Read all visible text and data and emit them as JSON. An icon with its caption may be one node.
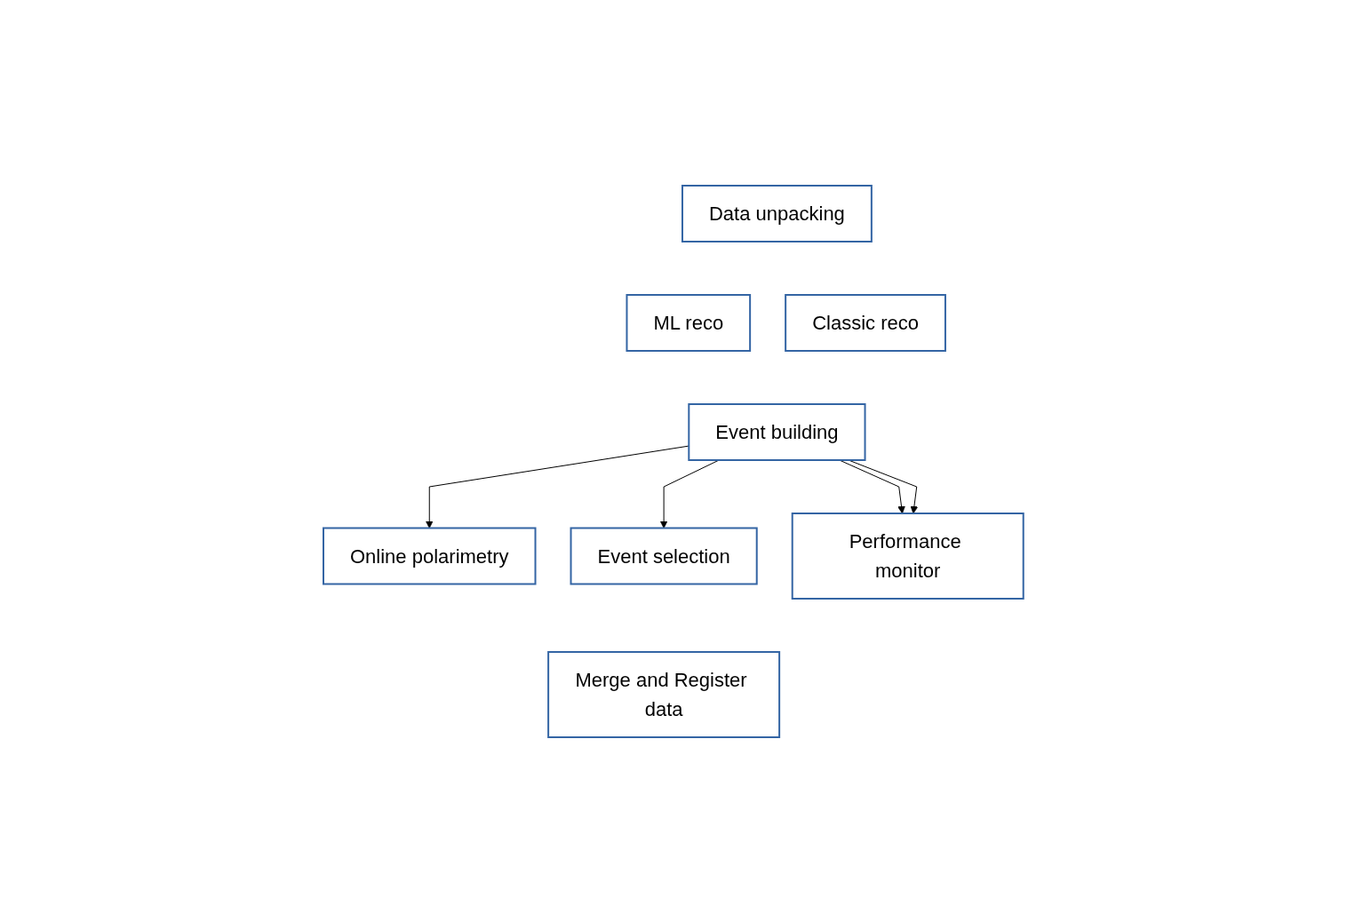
{
  "diagram": {
    "nodes": [
      {
        "text": [
          "Data unpacking"
        ]
      },
      {
        "text": [
          "ML reco"
        ]
      },
      {
        "text": [
          "Classic reco"
        ]
      },
      {
        "text": [
          "Event building"
        ]
      },
      {
        "text": [
          "Online polarimetry"
        ]
      },
      {
        "text": [
          "Event selection"
        ]
      },
      {
        "text": [
          "Performance monitor"
        ]
      },
      {
        "text": [
          "Merge and Register data"
        ]
      }
    ],
    "edges": [
      {
        "from": 3,
        "to": 4,
        "arrow": "to"
      },
      {
        "from": 3,
        "to": 5,
        "arrow": "to"
      },
      {
        "from": 3,
        "to": 6,
        "arrow": "to"
      },
      {
        "from": 3,
        "to": 6,
        "arrow": "to"
      }
    ]
  }
}
